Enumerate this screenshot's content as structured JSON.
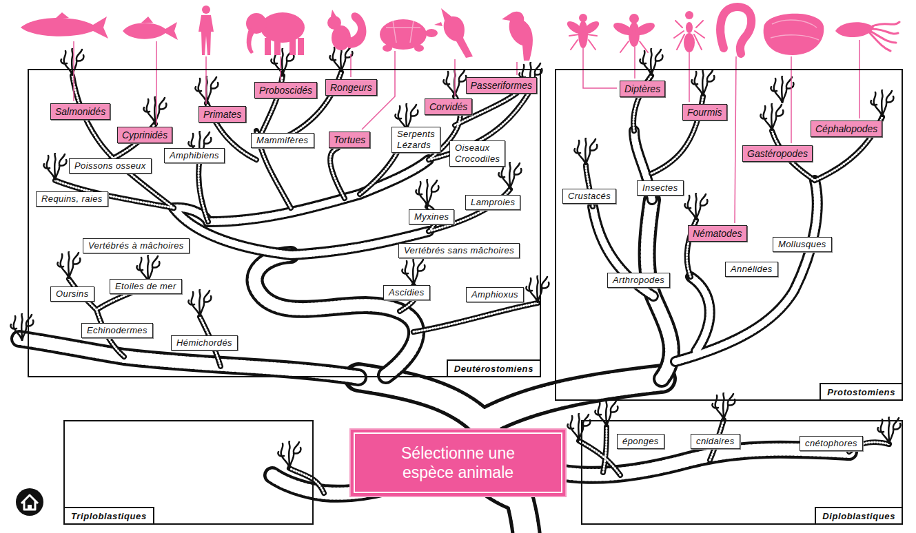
{
  "diagram": {
    "nodes": [
      {
        "text": [
          "Deutérostomiens"
        ]
      },
      {
        "text": [
          "Salmonidés"
        ],
        "in": 0
      },
      {
        "text": [
          "Cyprinidés"
        ],
        "in": 0
      },
      {
        "text": [
          "Primates"
        ],
        "in": 0
      },
      {
        "text": [
          "Proboscidés"
        ],
        "in": 0
      },
      {
        "text": [
          "Rongeurs"
        ],
        "in": 0
      },
      {
        "text": [
          "Tortues"
        ],
        "in": 0
      },
      {
        "text": [
          "Corvidés"
        ],
        "in": 0
      },
      {
        "text": [
          "Passeriformes"
        ],
        "in": 0
      },
      {
        "text": [
          "Serpents Lézards"
        ],
        "in": 0
      },
      {
        "text": [
          "Mammifères"
        ],
        "in": 0
      },
      {
        "text": [
          "Oiseaux Crocodiles"
        ],
        "in": 0
      },
      {
        "text": [
          "Amphibiens"
        ],
        "in": 0
      },
      {
        "text": [
          "Poissons osseux"
        ],
        "in": 0
      },
      {
        "text": [
          "Requins, raies"
        ],
        "in": 0
      },
      {
        "text": [
          "Lamproies"
        ],
        "in": 0
      },
      {
        "text": [
          "Myxines"
        ],
        "in": 0
      },
      {
        "text": [
          "Vertébrés à mâchoires"
        ],
        "in": 0
      },
      {
        "text": [
          "Vertébrés sans mâchoires"
        ],
        "in": 0
      },
      {
        "text": [
          "Etoiles de mer"
        ],
        "in": 0
      },
      {
        "text": [
          "Ascidies"
        ],
        "in": 0
      },
      {
        "text": [
          "Oursins"
        ],
        "in": 0
      },
      {
        "text": [
          "Amphioxus"
        ],
        "in": 0
      },
      {
        "text": [
          "Echinodermes"
        ],
        "in": 0
      },
      {
        "text": [
          "Hémichordés"
        ],
        "in": 0
      },
      {
        "text": [
          "Protostomiens"
        ]
      },
      {
        "text": [
          "Diptères"
        ],
        "in": 25
      },
      {
        "text": [
          "Fourmis"
        ],
        "in": 25
      },
      {
        "text": [
          "Céphalopodes"
        ],
        "in": 25
      },
      {
        "text": [
          "Gastéropodes"
        ],
        "in": 25
      },
      {
        "text": [
          "Insectes"
        ],
        "in": 25
      },
      {
        "text": [
          "Crustacés"
        ],
        "in": 25
      },
      {
        "text": [
          "Nématodes"
        ],
        "in": 25
      },
      {
        "text": [
          "Mollusques"
        ],
        "in": 25
      },
      {
        "text": [
          "Annélides"
        ],
        "in": 25
      },
      {
        "text": [
          "Arthropodes"
        ],
        "in": 25
      },
      {
        "text": [
          "Triploblastiques"
        ]
      },
      {
        "text": [
          "Sélectionne une espèce animale"
        ]
      },
      {
        "text": [
          "Diploblastiques"
        ]
      },
      {
        "text": [
          "éponges"
        ],
        "in": 38
      },
      {
        "text": [
          "cnidaires"
        ],
        "in": 38
      },
      {
        "text": [
          "cnétophores"
        ],
        "in": 38
      }
    ]
  }
}
